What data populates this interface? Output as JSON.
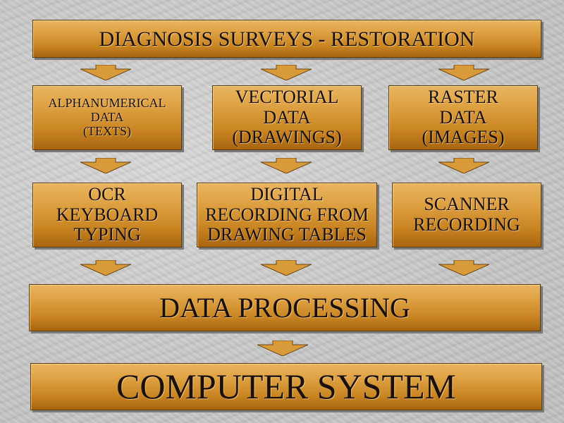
{
  "diagram": {
    "title": "DIAGNOSIS SURVEYS - RESTORATION",
    "data_types": [
      {
        "label": "ALPHANUMERICAL\nDATA\n(TEXTS)"
      },
      {
        "label": "VECTORIAL\nDATA\n(DRAWINGS)"
      },
      {
        "label": "RASTER\nDATA\n(IMAGES)"
      }
    ],
    "input_methods": [
      {
        "label": "OCR\nKEYBOARD\nTYPING"
      },
      {
        "label": "DIGITAL\nRECORDING FROM\nDRAWING TABLES"
      },
      {
        "label": "SCANNER\nRECORDING"
      }
    ],
    "processing": "DATA PROCESSING",
    "system": "COMPUTER SYSTEM"
  },
  "colors": {
    "box_top": "#e9b560",
    "box_bottom": "#a8650f",
    "text": "#1a1008",
    "background": "#c9c9c9"
  }
}
